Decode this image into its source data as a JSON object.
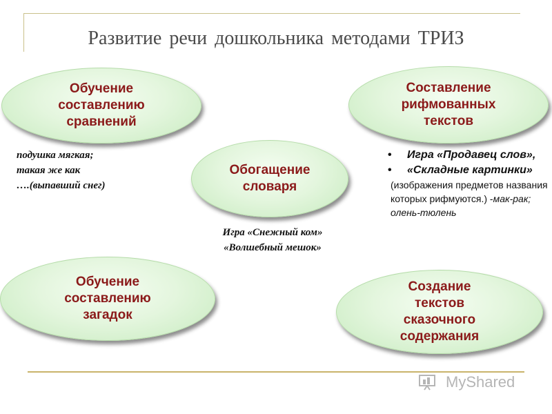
{
  "title": "Развитие речи дошкольника методами ТРИЗ",
  "ovals": {
    "comparisons": "Обучение\nсоставлению\nсравнений",
    "rhymed_texts": "Составление\nрифмованных\nтекстов",
    "vocabulary": "Обогащение\nсловаря",
    "riddles": "Обучение\nсоставлению\nзагадок",
    "fairy_texts": "Создание\nтекстов\nсказочного\nсодержания"
  },
  "notes": {
    "left_lines": [
      "подушка мягкая;",
      "такая же как",
      "….(выпавший снег)"
    ],
    "center_lines": [
      "Игра «Снежный ком»",
      "«Волшебный мешок»"
    ],
    "right": {
      "bullet": "•",
      "items": [
        "Игра «Продавец слов»,",
        "«Складные картинки»"
      ],
      "desc_plain": "(изображения предметов названия которых рифмуются.) -",
      "desc_italic": "мак-рак; олень-тюлень"
    }
  },
  "watermark": {
    "text": "MyShared",
    "icon": "presentation-board-icon"
  },
  "colors": {
    "oval_text": "#8b1a1a",
    "oval_fill": "#e4f6de",
    "frame_line": "#c9c08a",
    "title_text": "#4a4a4a"
  }
}
